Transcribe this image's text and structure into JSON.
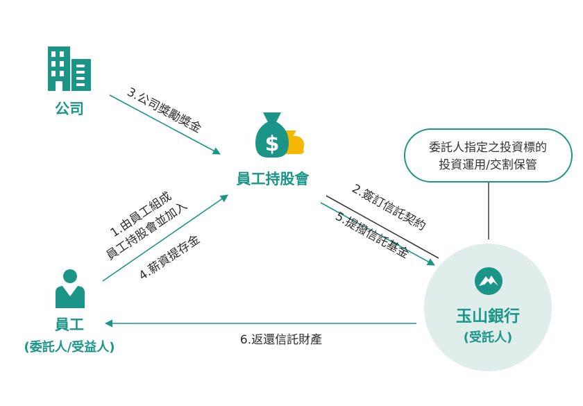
{
  "colors": {
    "primary": "#1a9588",
    "bank_circle": "#dfeeea",
    "gold": "#f5b800",
    "dark_line": "#3a3a3a"
  },
  "nodes": {
    "company": {
      "label": "公司",
      "icon": "building-icon"
    },
    "association": {
      "label": "員工持股會",
      "icon": "money-bags-icon"
    },
    "employee": {
      "label": "員工",
      "sublabel": "(委託人/受益人)",
      "icon": "person-icon"
    },
    "bank": {
      "label": "玉山銀行",
      "sublabel": "(受託人)",
      "icon": "mountain-logo-icon"
    }
  },
  "note": {
    "line1": "委託人指定之投資標的",
    "line2": "投資運用/交割保管"
  },
  "edges": {
    "step3": "3.公司獎勵獎金",
    "step1_line1": "1.由員工組成",
    "step1_line2": "員工持股會並加入",
    "step4": "4.薪資提存金",
    "step2": "2.簽訂信託契約",
    "step5": "5.提撥信託基金",
    "step6": "6.返還信託財產"
  }
}
